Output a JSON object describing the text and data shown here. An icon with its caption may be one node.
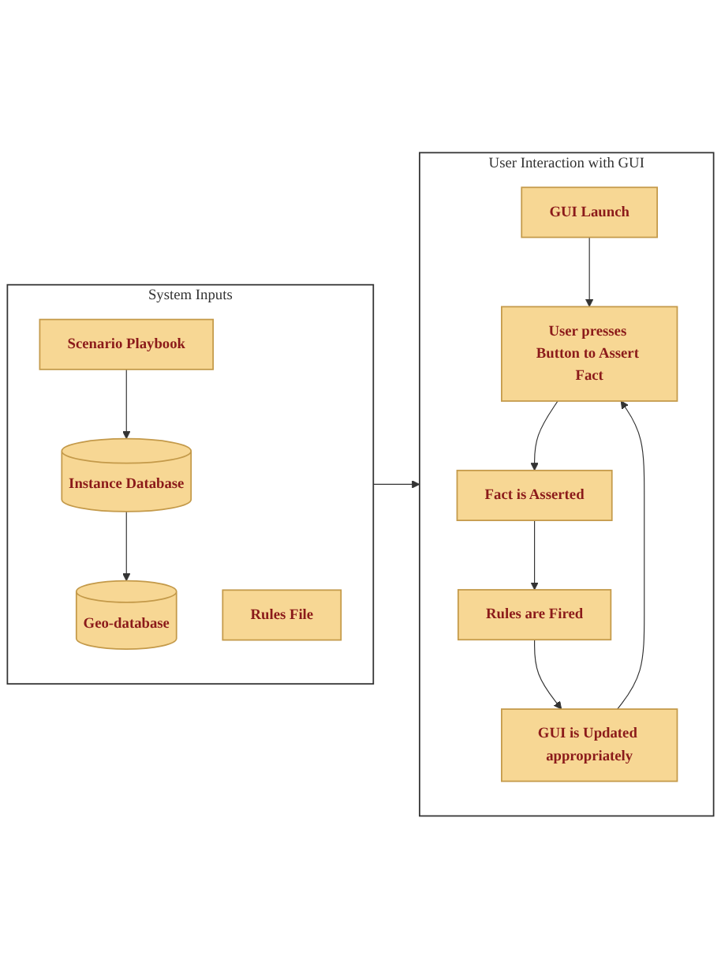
{
  "diagram": {
    "nodes": [
      {
        "text": [
          "System Inputs"
        ]
      },
      {
        "text": [
          "Scenario Playbook"
        ],
        "in": 0
      },
      {
        "text": [
          "Instance Database"
        ],
        "in": 0
      },
      {
        "text": [
          "Geo-database"
        ],
        "in": 0
      },
      {
        "text": [
          "Rules File"
        ],
        "in": 0
      },
      {
        "text": [
          "User Interaction with GUI"
        ]
      },
      {
        "text": [
          "GUI Launch"
        ],
        "in": 5
      },
      {
        "text": [
          "User presses Button to Assert Fact"
        ],
        "in": 5
      },
      {
        "text": [
          "Fact is Asserted"
        ],
        "in": 5
      },
      {
        "text": [
          "Rules are Fired"
        ],
        "in": 5
      },
      {
        "text": [
          "GUI is Updated appropriately"
        ],
        "in": 5
      }
    ],
    "edges": [
      {
        "from": 1,
        "to": 2,
        "arrow": "to"
      },
      {
        "from": 2,
        "to": 3,
        "arrow": "to"
      },
      {
        "from": 0,
        "to": 5,
        "arrow": "to"
      },
      {
        "from": 6,
        "to": 7,
        "arrow": "to"
      },
      {
        "from": 7,
        "to": 8,
        "arrow": "to"
      },
      {
        "from": 8,
        "to": 9,
        "arrow": "to"
      },
      {
        "from": 9,
        "to": 10,
        "arrow": "to"
      },
      {
        "from": 10,
        "to": 7,
        "arrow": "to"
      }
    ]
  }
}
